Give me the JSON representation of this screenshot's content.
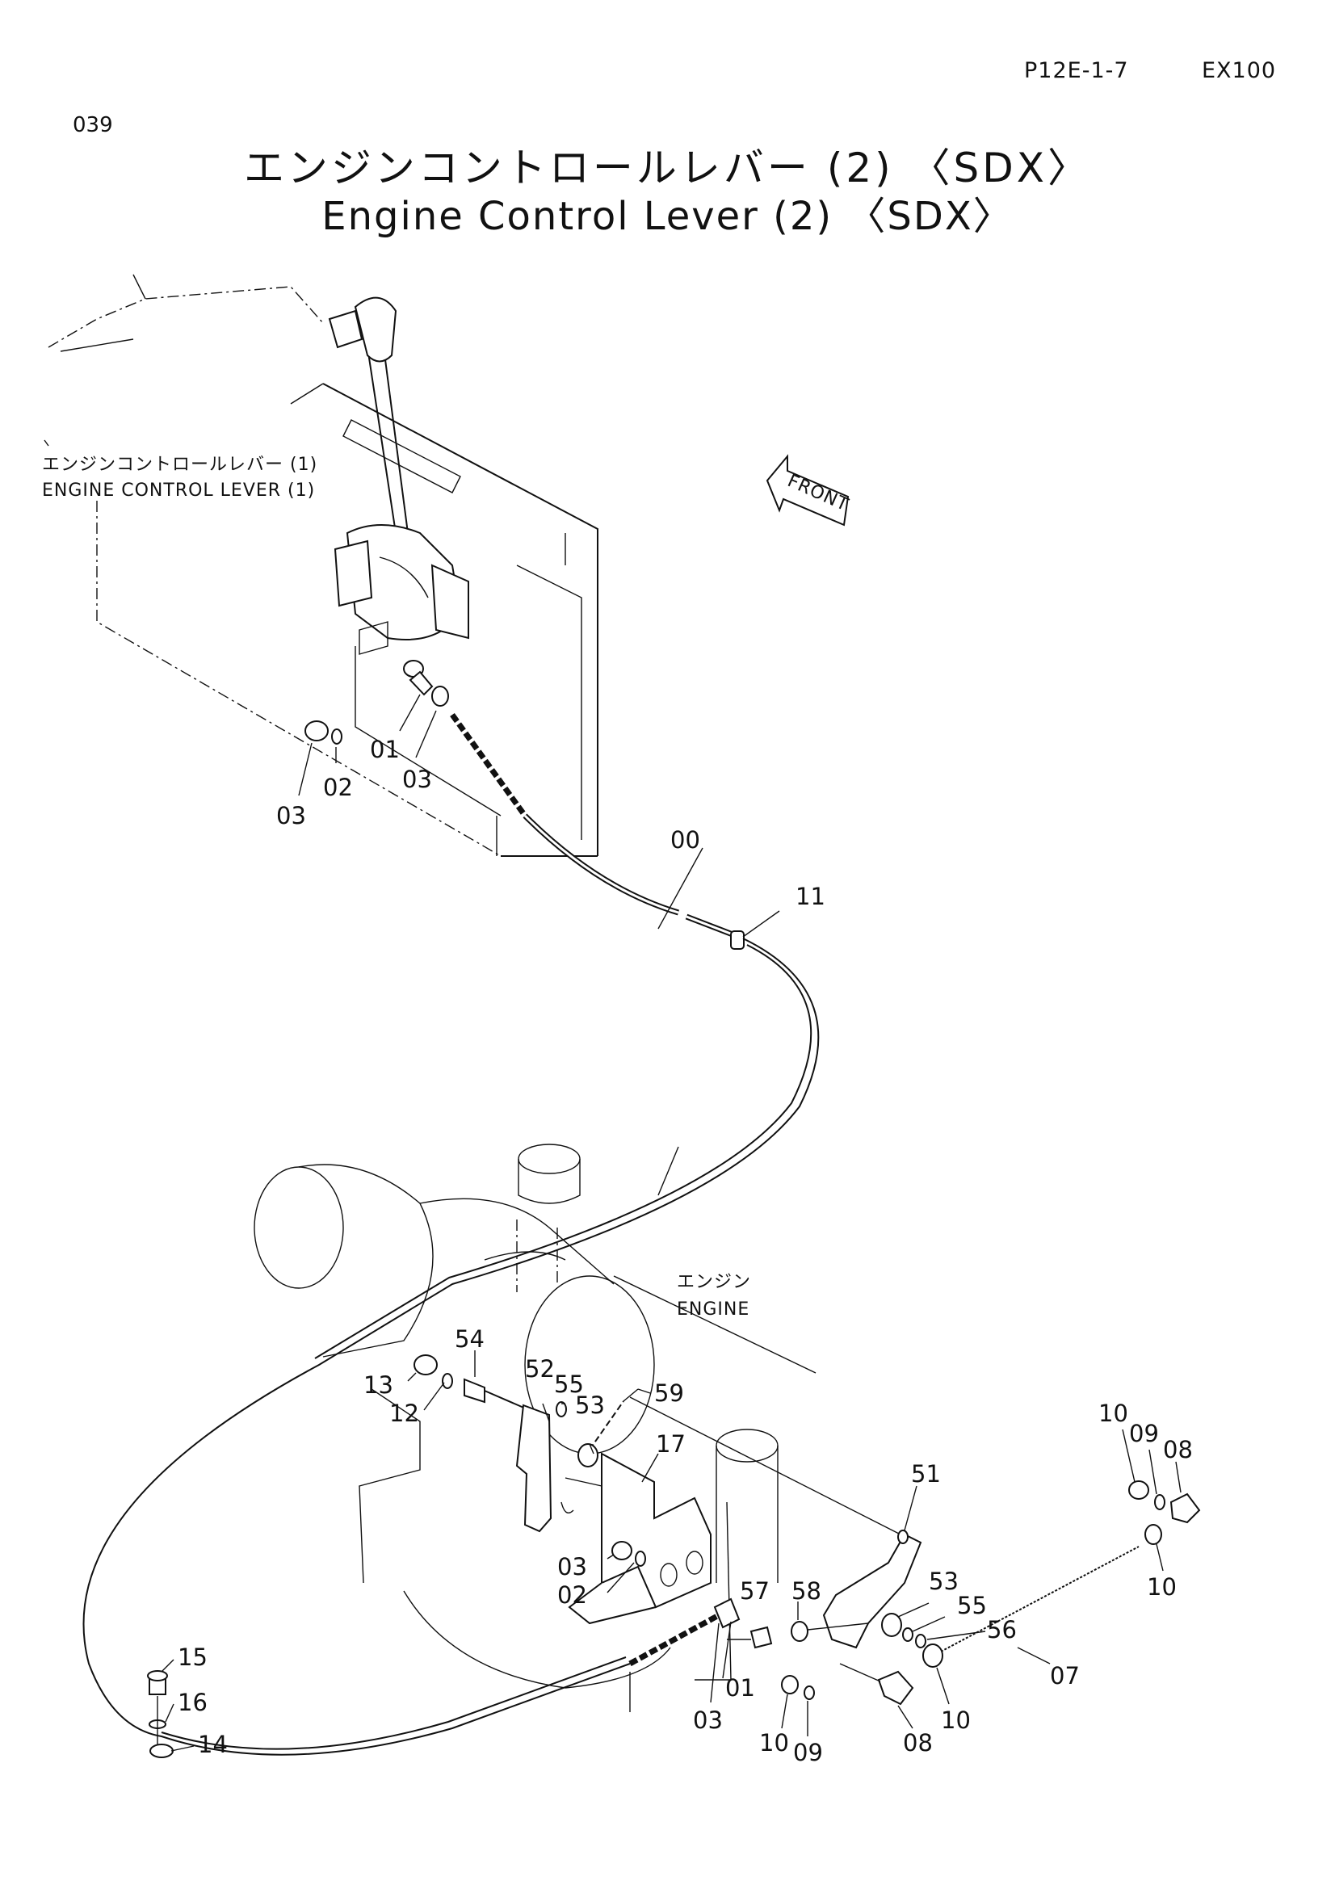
{
  "header": {
    "page_code": "P12E-1-7",
    "model": "EX100",
    "page_number": "039"
  },
  "title": {
    "japanese": "エンジンコントロールレバー (2) 〈SDX〉",
    "english": "Engine Control Lever (2) 〈SDX〉"
  },
  "labels": {
    "lever_ref_ja": "エンジンコントロールレバー (1)",
    "lever_ref_en": "ENGINE CONTROL LEVER (1)",
    "front": "FRONT",
    "engine_ja": "エンジン",
    "engine_en": "ENGINE"
  },
  "callouts": {
    "c00": "00",
    "c01_top": "01",
    "c03_top_right": "03",
    "c02_top": "02",
    "c03_top_left": "03",
    "c11": "11",
    "c13": "13",
    "c12": "12",
    "c54": "54",
    "c52": "52",
    "c55_left": "55",
    "c53_left": "53",
    "c59": "59",
    "c17": "17",
    "c03_mid": "03",
    "c02_mid": "02",
    "c51": "51",
    "c57": "57",
    "c58": "58",
    "c53_right": "53",
    "c55_right": "55",
    "c56": "56",
    "c07": "07",
    "c10_top": "10",
    "c09_top": "09",
    "c08_top": "08",
    "c10_right": "10",
    "c01_bottom": "01",
    "c03_bottom": "03",
    "c10_bottom_left": "10",
    "c09_bottom": "09",
    "c08_bottom": "08",
    "c10_bottom_right": "10",
    "c15": "15",
    "c16": "16",
    "c14": "14"
  }
}
